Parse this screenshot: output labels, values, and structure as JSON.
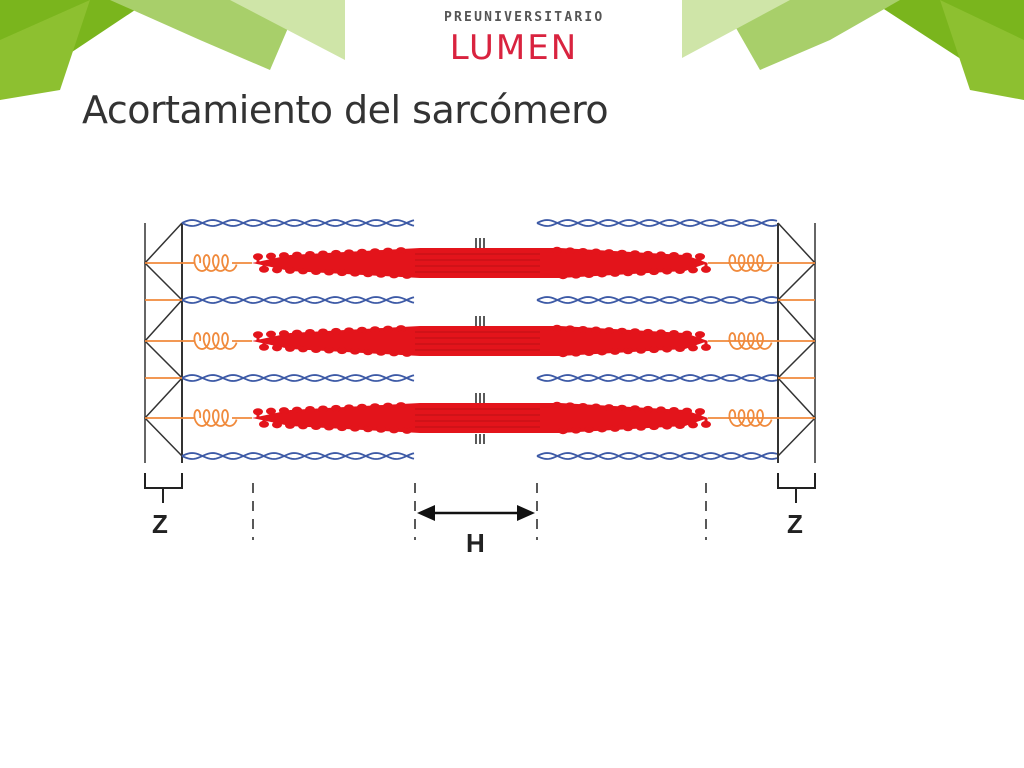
{
  "logo": {
    "top_text": "PREUNIVERSITARIO",
    "main_text": "LUMEN"
  },
  "slide": {
    "title": "Acortamiento del sarcómero"
  },
  "diagram": {
    "z_label_left": "Z",
    "z_label_right": "Z",
    "h_label": "H"
  },
  "colors": {
    "green_dark": "#7ab51d",
    "green_light": "#a8cf6a",
    "green_pale": "#cfe5a8",
    "logo_red": "#d9233f",
    "myosin": "#e3141b",
    "actin": "#3d5aa6",
    "titin": "#f08a3c",
    "z_line": "#333333"
  }
}
